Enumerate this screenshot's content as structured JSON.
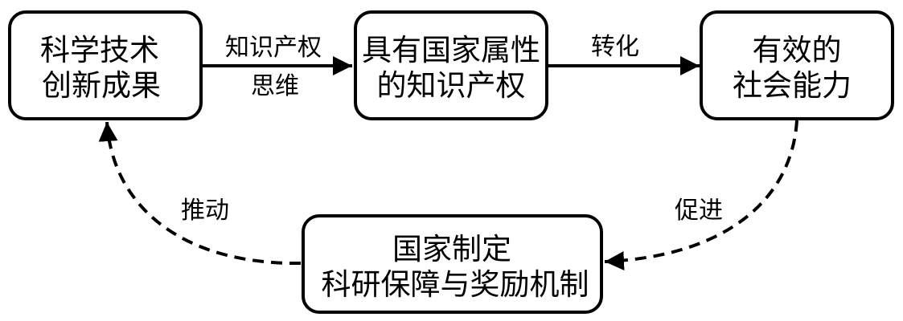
{
  "nodes": {
    "achievement": {
      "line1": "科学技术",
      "line2": "创新成果"
    },
    "national_ip": {
      "line1": "具有国家属性",
      "line2": "的知识产权"
    },
    "social_capacity": {
      "line1": "有效的",
      "line2": "社会能力"
    },
    "mechanism": {
      "line1": "国家制定",
      "line2": "科研保障与奖励机制"
    }
  },
  "edges": {
    "ip_thinking": {
      "line1": "知识产权",
      "line2": "思维"
    },
    "transform": {
      "label": "转化"
    },
    "promote": {
      "label": "促进"
    },
    "drive": {
      "label": "推动"
    }
  }
}
